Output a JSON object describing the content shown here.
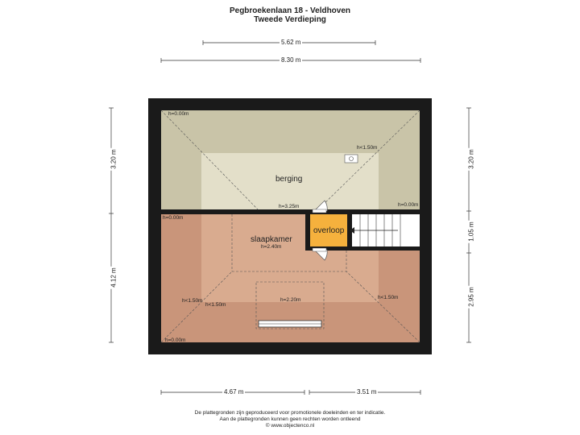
{
  "header": {
    "address": "Pegbroekenlaan 18 - Veldhoven",
    "floor": "Tweede Verdieping"
  },
  "dimensions": {
    "top_inner": "5.62 m",
    "top_outer": "8.30 m",
    "left_upper": "3.20 m",
    "left_lower": "4.12 m",
    "right_upper": "3.20 m",
    "right_middle": "1.05 m",
    "right_lower": "2.95 m",
    "bottom_left": "4.67 m",
    "bottom_right": "3.51 m"
  },
  "rooms": {
    "berging": "berging",
    "slaapkamer": "slaapkamer",
    "slaapkamer_height": "h=2.40m",
    "overloop": "overloop"
  },
  "heights": {
    "berging_tl": "h=0.00m",
    "berging_tr": "h<1.50m",
    "berging_bottom": "h=3.25m",
    "berging_br": "h=0.00m",
    "slaap_tl": "h=0.00m",
    "slaap_l1": "h<1.50m",
    "slaap_l2": "h<1.50m",
    "slaap_center": "h=2.20m",
    "slaap_r": "h<1.50m",
    "slaap_bl": "h=0.00m"
  },
  "footer": {
    "line1": "De plattegronden zijn geproduceerd voor promotionele doeleinden en ter indicatie.",
    "line2": "Aan de plattegronden kunnen geen rechten worden ontleend",
    "line3": "© www.objectenco.nl"
  },
  "colors": {
    "wall": "#1a1a1a",
    "berging_dark": "#c9c4a8",
    "berging_light": "#e3dfc9",
    "slaap_dark": "#c9957a",
    "slaap_light": "#d9ab8f",
    "overloop": "#f5b13d"
  }
}
